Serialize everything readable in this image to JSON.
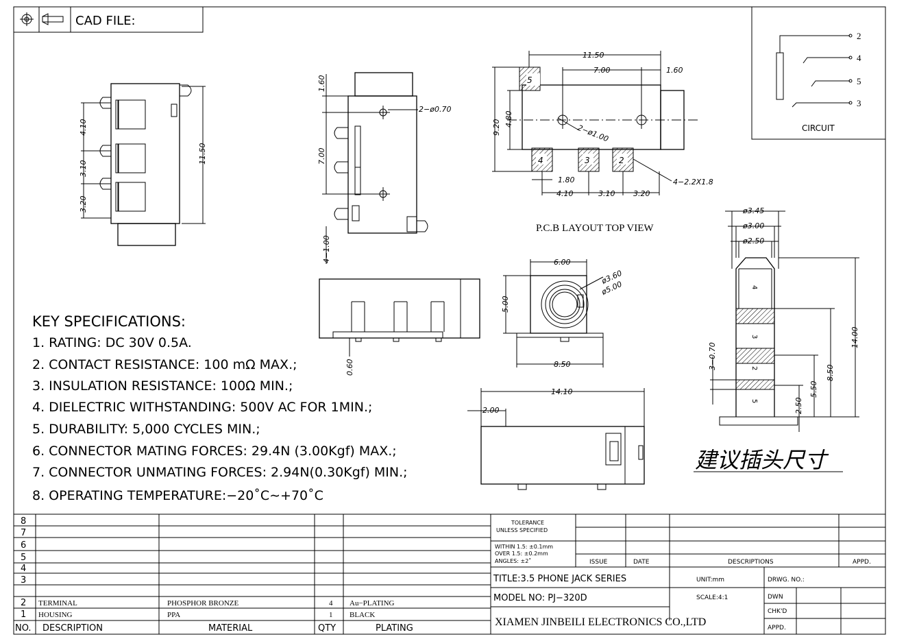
{
  "header": {
    "cad_label": "CAD FILE:"
  },
  "circuit": {
    "label": "CIRCUIT",
    "pins": [
      "2",
      "4",
      "5",
      "3"
    ]
  },
  "pcb": {
    "view_label": "P.C.B LAYOUT TOP VIEW",
    "pads": [
      "5",
      "4",
      "3",
      "2"
    ],
    "dims": {
      "d1150": "11.50",
      "d700": "7.00",
      "d160": "1.60",
      "d920": "9.20",
      "d480": "4.80",
      "hole": "2−ø1.00",
      "d180": "1.80",
      "d410": "4.10",
      "d310": "3.10",
      "d320": "3.20",
      "pad": "4−2.2X1.8"
    }
  },
  "front_view": {
    "dims": {
      "d410": "4.10",
      "d310": "3.10",
      "d320": "3.20",
      "d1150": "11.50"
    }
  },
  "side_view": {
    "dims": {
      "d160": "1.60",
      "d700": "7.00",
      "hole": "2−ø0.70",
      "d100": "4−1.00",
      "d060": "0.60"
    }
  },
  "port_view": {
    "dims": {
      "d600": "6.00",
      "d360": "ø3.60",
      "d500a": "ø5.00",
      "d500": "5.00",
      "d850": "8.50"
    }
  },
  "bottom_view": {
    "dims": {
      "d1410": "14.10",
      "d200": "2.00"
    }
  },
  "plug": {
    "dims": {
      "d345": "ø3.45",
      "d300": "ø3.00",
      "d250": "ø2.50",
      "d070": "3−0.70",
      "d1400": "14.00",
      "d850": "8.50",
      "d550": "5.50",
      "d250b": "2.50"
    },
    "ring_labels": [
      "4",
      "3",
      "2",
      "5"
    ],
    "caption": "建议插头尺寸"
  },
  "specs": {
    "title": "KEY SPECIFICATIONS:",
    "items": [
      "1. RATING: DC 30V 0.5A.",
      "2. CONTACT RESISTANCE: 100 mΩ MAX.;",
      "3. INSULATION RESISTANCE: 100Ω MIN.;",
      "4. DIELECTRIC WITHSTANDING: 500V AC FOR 1MIN.;",
      "5. DURABILITY: 5,000 CYCLES MIN.;",
      "6. CONNECTOR MATING FORCES: 29.4N (3.00Kgf) MAX.;",
      "7. CONNECTOR UNMATING FORCES: 2.94N(0.30Kgf) MIN.;",
      "8. OPERATING TEMPERATURE:−20˚C∼+70˚C"
    ]
  },
  "bom": {
    "row_numbers": [
      "8",
      "7",
      "6",
      "5",
      "4",
      "3"
    ],
    "rows": [
      {
        "no": "2",
        "description": "TERMINAL",
        "material": "PHOSPHOR BRONZE",
        "qty": "4",
        "plating": "Au−PLATING"
      },
      {
        "no": "1",
        "description": "HOUSING",
        "material": "PPA",
        "qty": "1",
        "plating": "BLACK"
      }
    ],
    "header": {
      "no": "NO.",
      "description": "DESCRIPTION",
      "material": "MATERIAL",
      "qty": "QTY",
      "plating": "PLATING"
    }
  },
  "title_block": {
    "tolerance_1": "TOLERANCE",
    "tolerance_2": "UNLESS SPECIFIED",
    "within": "WITHIN 1.5: ±0.1mm",
    "over": "OVER 1.5:  ±0.2mm",
    "angles": "ANGLES: ±2˚",
    "issue": "ISSUE",
    "date": "DATE",
    "descriptions": "DESCRIPTIONS",
    "appd": "APPD.",
    "title": "TITLE:3.5 PHONE JACK SERIES",
    "unit": "UNIT:mm",
    "drwg_no": "DRWG. NO.:",
    "model": "MODEL NO: PJ−320D",
    "scale": "SCALE:4:1",
    "dwn": "DWN",
    "chkd": "CHK'D",
    "appd2": "APPD.",
    "company": "XIAMEN JINBEILI ELECTRONICS CO.,LTD"
  }
}
